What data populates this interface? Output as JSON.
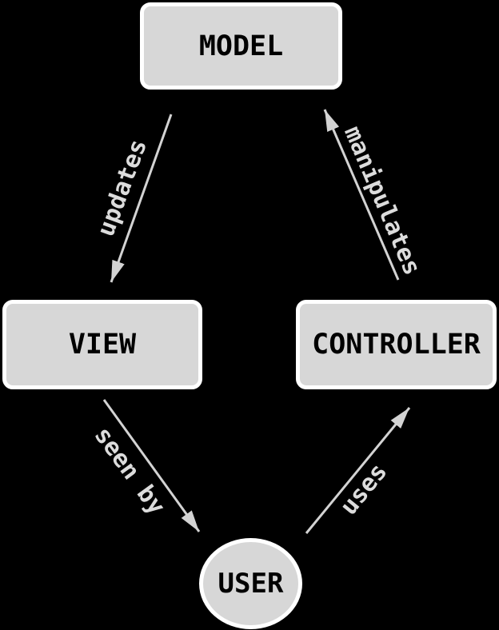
{
  "diagram": {
    "type": "graph",
    "nodes": [
      {
        "id": "model",
        "label": "MODEL",
        "shape": "rounded-box"
      },
      {
        "id": "view",
        "label": "VIEW",
        "shape": "rounded-box"
      },
      {
        "id": "controller",
        "label": "CONTROLLER",
        "shape": "rounded-box"
      },
      {
        "id": "user",
        "label": "USER",
        "shape": "ellipse"
      }
    ],
    "edges": [
      {
        "from": "model",
        "to": "view",
        "label": "updates"
      },
      {
        "from": "controller",
        "to": "model",
        "label": "manipulates"
      },
      {
        "from": "view",
        "to": "user",
        "label": "seen by"
      },
      {
        "from": "user",
        "to": "controller",
        "label": "uses"
      }
    ],
    "colors": {
      "background": "#000000",
      "node_fill": "#d7d7d7",
      "node_border": "#ffffff",
      "node_text": "#000000",
      "edge": "#d3d3d3",
      "edge_label": "#dcdcdc"
    }
  }
}
